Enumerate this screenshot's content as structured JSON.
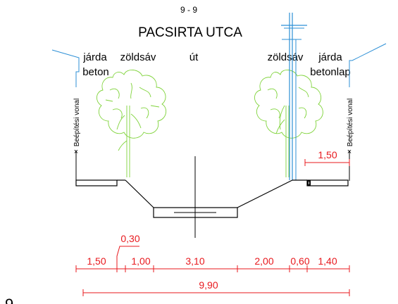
{
  "section": {
    "number": "9 - 9",
    "street_name": "PACSIRTA UTCA",
    "page_mark": "9"
  },
  "zones": {
    "left_sidewalk": [
      "járda",
      "beton"
    ],
    "left_green": "zöldsáv",
    "road": "út",
    "right_green": "zöldsáv",
    "right_sidewalk": [
      "járda",
      "betonlap"
    ]
  },
  "building_line_label": "Beépítési vonal",
  "dimensions": {
    "right_offset": "1,50",
    "small_offset": "0,30",
    "widths": [
      "1,50",
      "1,00",
      "3,10",
      "2,00",
      "0,60",
      "1,40"
    ],
    "total": "9,90"
  },
  "colors": {
    "dimension": "#e8191e",
    "utility": "#2c8fd6",
    "tree": "#7fd33a",
    "outline": "#000000"
  }
}
